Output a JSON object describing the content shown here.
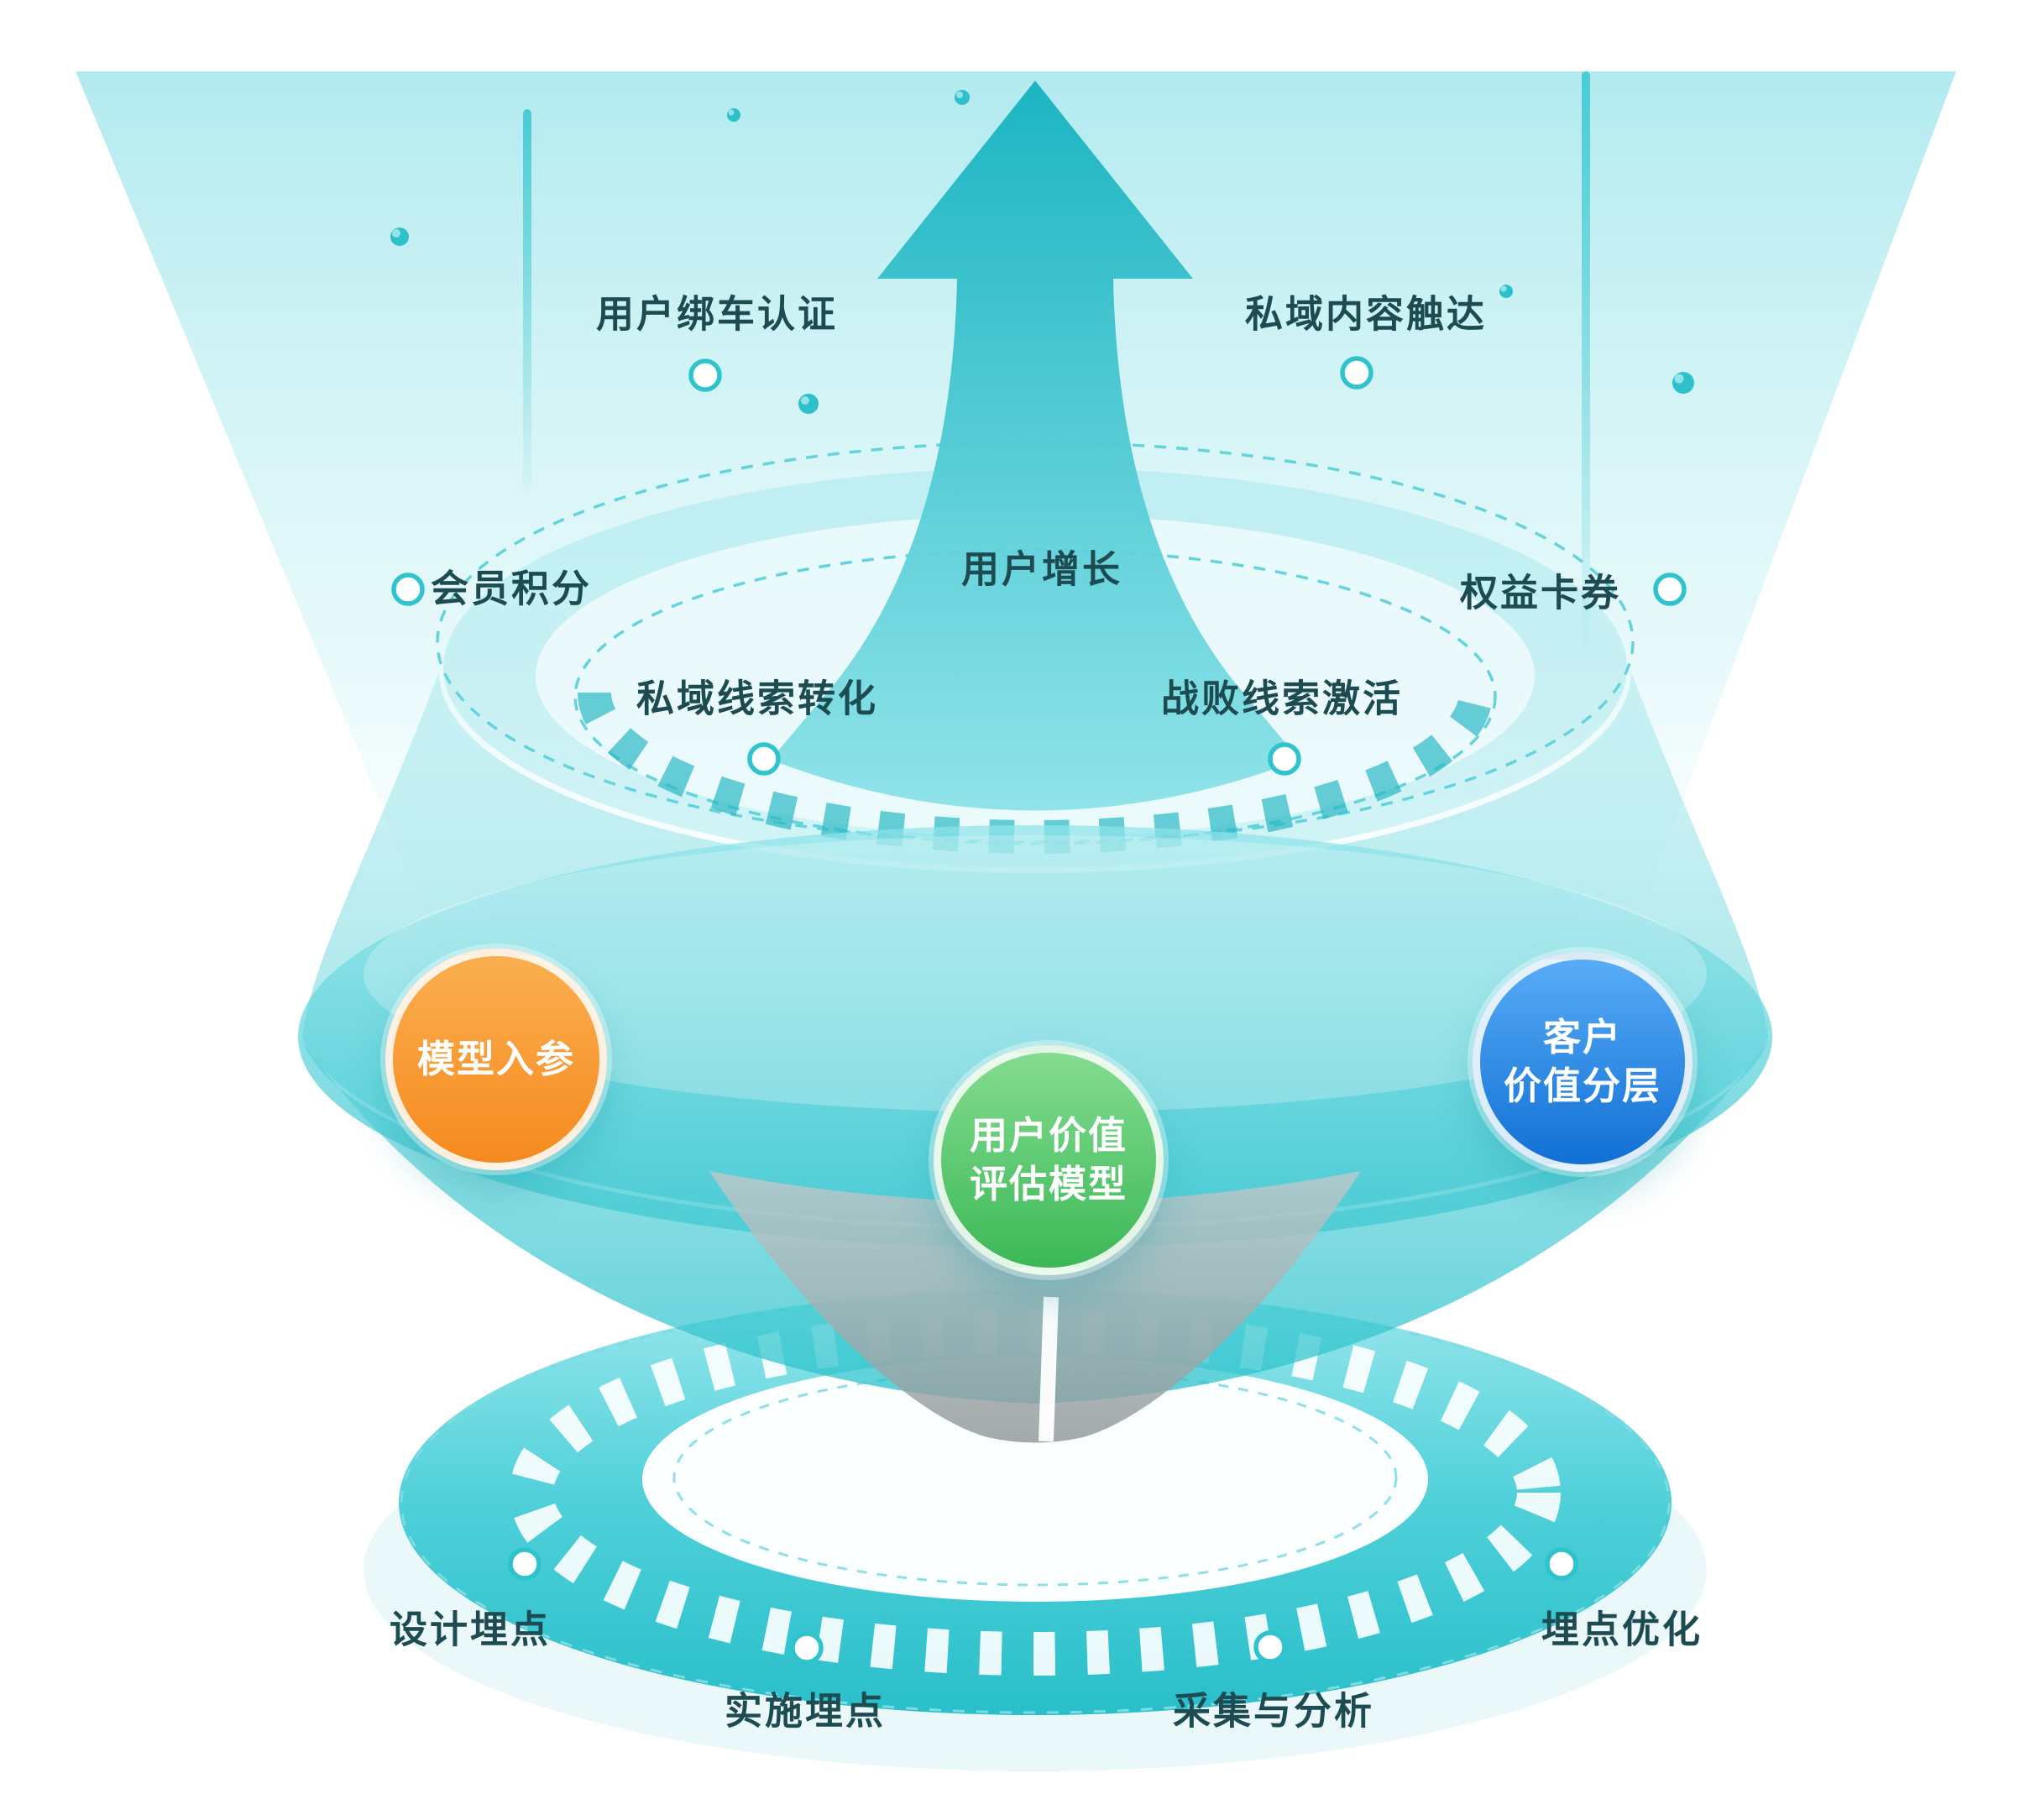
{
  "stage_labels": {
    "user_car_binding": "用户绑车认证",
    "private_content_reach": "私域内容触达",
    "member_points": "会员积分",
    "user_growth": "用户增长",
    "benefit_coupons": "权益卡券",
    "private_lead_conversion": "私域线索转化",
    "lost_lead_activation": "战败线索激活"
  },
  "nodes": {
    "model_input": {
      "label": "模型入参",
      "color": "#F58A1F"
    },
    "user_value_model": {
      "line1": "用户价值",
      "line2": "评估模型",
      "color": "#3CB857"
    },
    "customer_value_tiering": {
      "line1": "客户",
      "line2": "价值分层",
      "color": "#1170D4"
    }
  },
  "base_labels": {
    "design_tracking": "设计埋点",
    "implement_tracking": "实施埋点",
    "collect_analyze": "采集与分析",
    "tracking_optimization": "埋点优化"
  },
  "icons": {
    "growth_arrow": "upward-arrow",
    "anchor_dot": "white-circle-marker",
    "bubble": "floating-bubble"
  },
  "colors": {
    "accent_teal": "#2FC3CD",
    "light_teal": "#9AE7EC",
    "dark_text": "#1D4B52",
    "orange": "#F58A1F",
    "green": "#3CB857",
    "blue": "#1170D4",
    "cone_gray": "#8E9799"
  }
}
